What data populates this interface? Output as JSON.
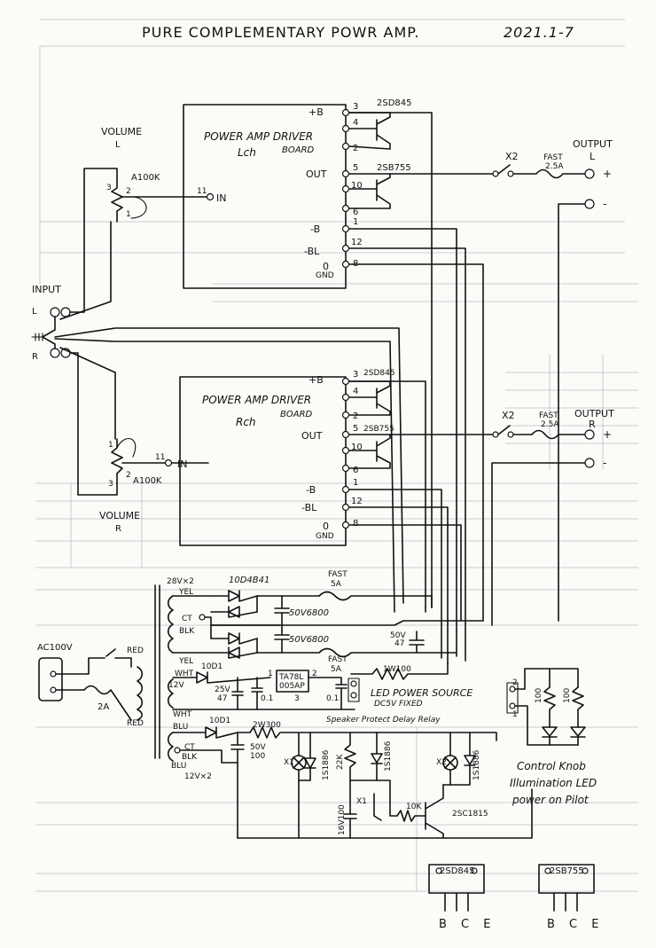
{
  "title": "PURE COMPLEMENTARY POWR AMP.",
  "date": "2021.1-7",
  "input": {
    "label": "INPUT",
    "l": "L",
    "r": "R"
  },
  "volume_l": {
    "label": "VOLUME",
    "ch": "L",
    "pot": "A100K",
    "n1": "1",
    "n2": "2",
    "n3": "3"
  },
  "volume_r": {
    "label": "VOLUME",
    "ch": "R",
    "pot": "A100K",
    "n1": "1",
    "n2": "2",
    "n3": "3"
  },
  "driver_l": {
    "title": "POWER AMP DRIVER",
    "ch": "Lch",
    "board": "BOARD",
    "in_pin": "11",
    "in_label": "IN",
    "pins": [
      {
        "label": "+B",
        "num": "3"
      },
      {
        "label": "",
        "num": "4"
      },
      {
        "label": "",
        "num": "2"
      },
      {
        "label": "OUT",
        "num": "5"
      },
      {
        "label": "",
        "num": "10"
      },
      {
        "label": "",
        "num": "6"
      },
      {
        "label": "-B",
        "num": "1"
      },
      {
        "label": "-BL",
        "num": "12"
      },
      {
        "label": "0",
        "num": "8"
      }
    ],
    "gnd": "GND",
    "t1": "2SD845",
    "t2": "2SB755"
  },
  "driver_r": {
    "title": "POWER AMP DRIVER",
    "ch": "Rch",
    "board": "BOARD",
    "in_pin": "11",
    "in_label": "IN",
    "pins": [
      {
        "label": "+B",
        "num": "3"
      },
      {
        "label": "",
        "num": "4"
      },
      {
        "label": "",
        "num": "2"
      },
      {
        "label": "OUT",
        "num": "5"
      },
      {
        "label": "",
        "num": "10"
      },
      {
        "label": "",
        "num": "6"
      },
      {
        "label": "-B",
        "num": "1"
      },
      {
        "label": "-BL",
        "num": "12"
      },
      {
        "label": "0",
        "num": "8"
      }
    ],
    "gnd": "GND",
    "t1": "2SD845",
    "t2": "2SB755"
  },
  "out_l": {
    "relay": "X2",
    "fuse": "FAST",
    "amp": "2.5A",
    "label": "OUTPUT",
    "ch": "L",
    "plus": "+",
    "minus": "-"
  },
  "out_r": {
    "relay": "X2",
    "fuse": "FAST",
    "amp": "2.5A",
    "label": "OUTPUT",
    "ch": "R",
    "plus": "+",
    "minus": "-"
  },
  "power": {
    "ac": "AC100V",
    "fuse": "2A",
    "red1": "RED",
    "red2": "RED",
    "trans_hv": "28V×2",
    "yel1": "YEL",
    "ct1": "CT",
    "blk1": "BLK",
    "yel2": "YEL",
    "diode_bridge": "10D4B41",
    "cap1": "50V6800",
    "cap2": "50V6800",
    "fuse_b": "FAST",
    "fuse_b_amp": "5A",
    "fuse_b2": "FAST",
    "fuse_b2_amp": "5A",
    "res_100": "1W100",
    "cap_out": "50V",
    "cap_out2": "47",
    "wht1": "WHT",
    "led_v": "12V",
    "d_10d1": "10D1",
    "c25": "25V",
    "c47": "47",
    "c01": "0.1",
    "c01b": "0.1",
    "reg": "TA78L",
    "reg2": "005AP",
    "reg_pins": [
      "1",
      "2",
      "3"
    ],
    "led_src": "LED POWER SOURCE",
    "led_src2": "DC5V FIXED",
    "wht2": "WHT",
    "blu1": "BLU",
    "ct2": "CT",
    "blk2": "BLK",
    "blu2": "BLU",
    "trans_lv": "12V×2",
    "d_10d1b": "10D1",
    "r_2w300": "2W300",
    "c50": "50V",
    "c100": "100",
    "protect": "Speaker Protect Delay Relay",
    "x1": "X1",
    "x2": "X2",
    "d1": "1S1886",
    "d2": "1S1886",
    "d3": "1S1886",
    "r22k": "22K",
    "r10k": "10K",
    "c16": "16V100",
    "x1b": "X1",
    "tr": "2SC1815"
  },
  "pilot": {
    "pins": [
      "2",
      "1"
    ],
    "r1": "100",
    "r2": "100",
    "note1": "Control Knob",
    "note2": "Illumination LED",
    "note3": "power on Pilot"
  },
  "packages": [
    {
      "name": "2SD845",
      "pins": "B C E"
    },
    {
      "name": "2SB755",
      "pins": "B C E"
    }
  ]
}
